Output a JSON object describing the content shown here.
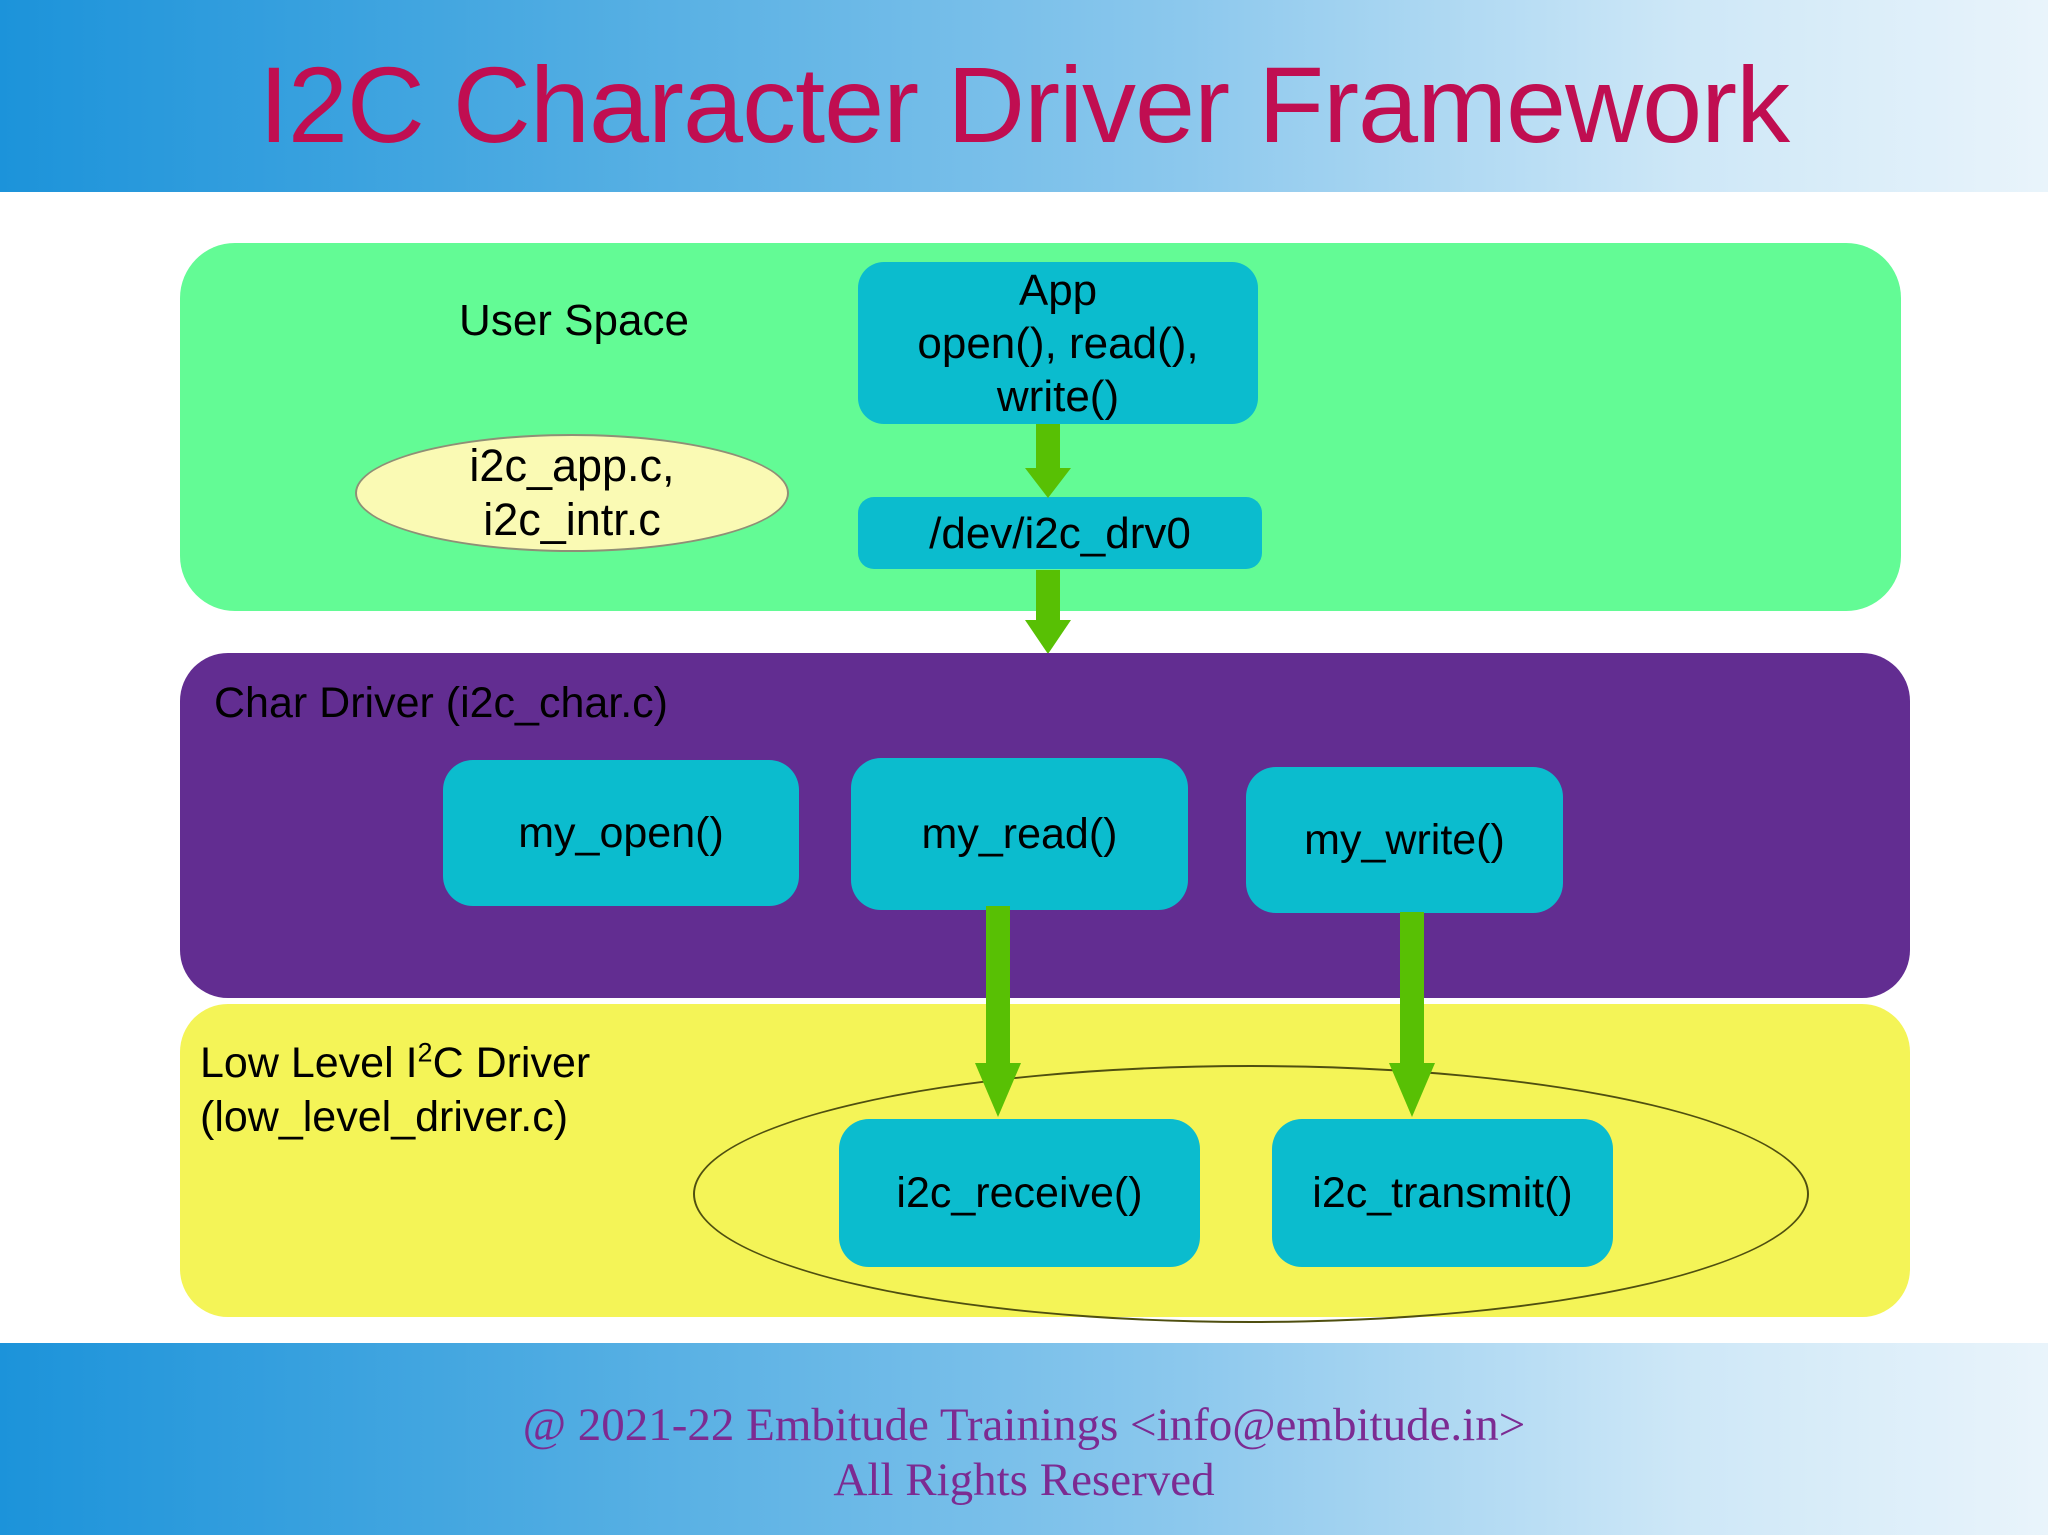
{
  "header": {
    "title": "I2C Character Driver Framework"
  },
  "user_space": {
    "label": "User Space",
    "app_box": {
      "lines": [
        "App",
        "open(), read(),",
        "write()"
      ]
    },
    "files_ellipse": {
      "lines": [
        "i2c_app.c,",
        "i2c_intr.c"
      ]
    },
    "dev_node": "/dev/i2c_drv0"
  },
  "char_driver": {
    "label": "Char Driver (i2c_char.c)",
    "boxes": [
      "my_open()",
      "my_read()",
      "my_write()"
    ]
  },
  "low_level": {
    "label_prefix": "Low Level I",
    "label_sup": "2",
    "label_suffix": "C Driver",
    "label_line2": "(low_level_driver.c)",
    "boxes": [
      "i2c_receive()",
      "i2c_transmit()"
    ]
  },
  "footer": {
    "line1": "@ 2021-22 Embitude Trainings <info@embitude.in>",
    "line2": "All Rights Reserved"
  },
  "colors": {
    "header_gradient_start": "#1C93DA",
    "header_gradient_end": "#E9F4FB",
    "title_text": "#C00E51",
    "user_space_panel": "#63FB95",
    "char_driver_panel": "#622D91",
    "low_level_panel": "#F4F457",
    "node_box": "#0BBCCE",
    "files_ellipse_fill": "#FAFAB4",
    "arrow_green": "#58C004",
    "footer_text": "#7C2B92"
  }
}
